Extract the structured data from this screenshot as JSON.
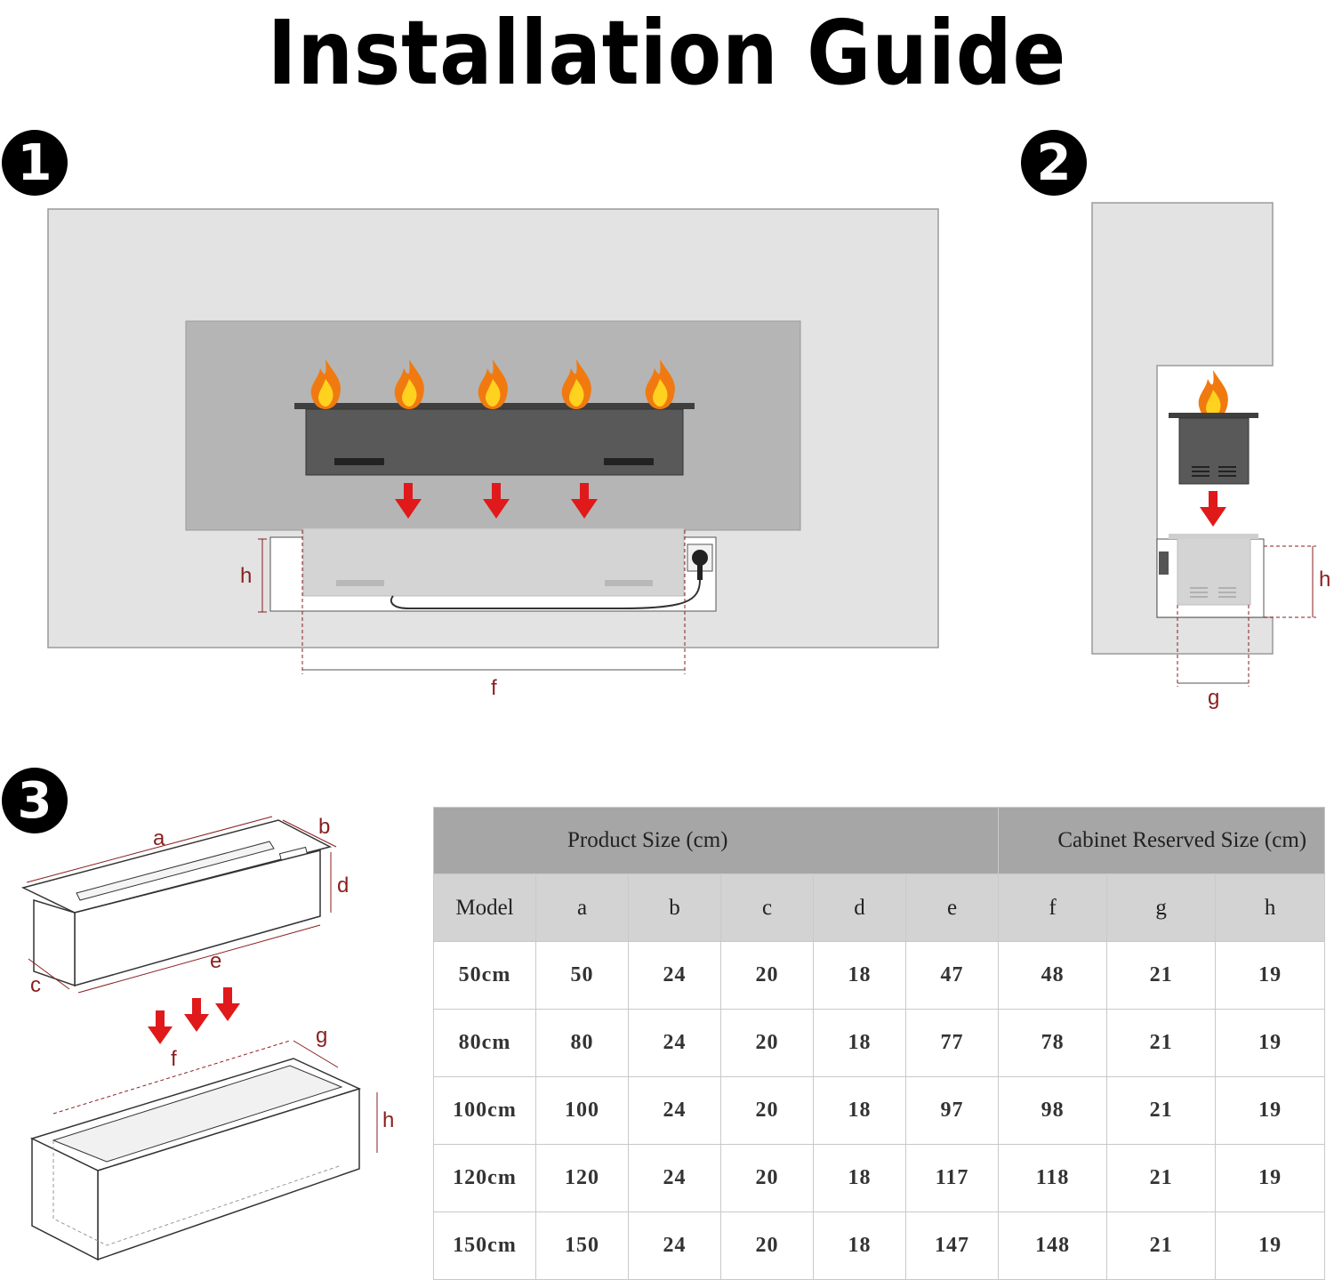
{
  "title": "Installation Guide",
  "steps": [
    "1",
    "2",
    "3"
  ],
  "labels": {
    "front_height": "h",
    "front_width": "f",
    "side_height": "h",
    "side_width": "g",
    "iso_a": "a",
    "iso_b": "b",
    "iso_c": "c",
    "iso_d": "d",
    "iso_e": "e",
    "iso_f": "f",
    "iso_g": "g",
    "iso_h": "h"
  },
  "table": {
    "groups": [
      "Product Size (cm)",
      "Cabinet Reserved Size (cm)"
    ],
    "columns": [
      "Model",
      "a",
      "b",
      "c",
      "d",
      "e",
      "f",
      "g",
      "h"
    ],
    "rows": [
      [
        "50cm",
        "50",
        "24",
        "20",
        "18",
        "47",
        "48",
        "21",
        "19"
      ],
      [
        "80cm",
        "80",
        "24",
        "20",
        "18",
        "77",
        "78",
        "21",
        "19"
      ],
      [
        "100cm",
        "100",
        "24",
        "20",
        "18",
        "97",
        "98",
        "21",
        "19"
      ],
      [
        "120cm",
        "120",
        "24",
        "20",
        "18",
        "117",
        "118",
        "21",
        "19"
      ],
      [
        "150cm",
        "150",
        "24",
        "20",
        "18",
        "147",
        "148",
        "21",
        "19"
      ]
    ]
  },
  "colors": {
    "wall": "#e3e3e3",
    "panel": "#b5b5b5",
    "burner": "#555555",
    "arrow": "#e0191b",
    "flame": "#f07a10",
    "dimension": "#8a1e1e",
    "header_dark": "#a6a6a6",
    "header_light": "#d3d3d3"
  },
  "icons": [
    "flame-icon",
    "down-arrow-icon",
    "power-socket-icon"
  ]
}
